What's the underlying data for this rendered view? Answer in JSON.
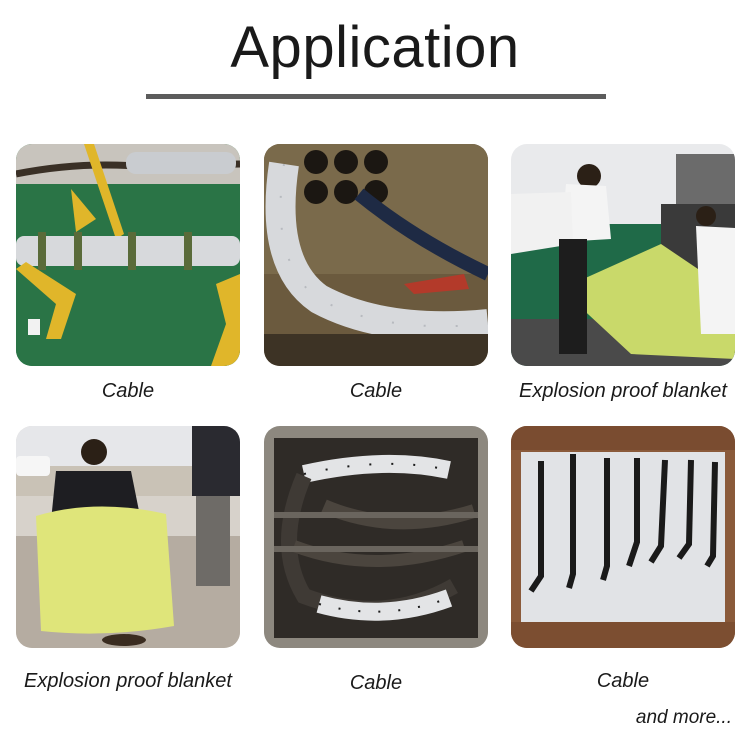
{
  "title": "Application",
  "tiles": [
    {
      "caption": "Cable",
      "subject": "cable-insulation-sleeve-factory-floor"
    },
    {
      "caption": "Cable",
      "subject": "cable-insulation-sleeve-manhole"
    },
    {
      "caption": "Explosion proof blanket",
      "subject": "blanket-demonstration-workers"
    },
    {
      "caption": "Explosion proof blanket",
      "subject": "blanket-over-device-street"
    },
    {
      "caption": "Cable",
      "subject": "cable-insulation-sleeve-underground-vault"
    },
    {
      "caption": "Cable",
      "subject": "blanket-with-straps-on-wood-floor"
    }
  ],
  "more_text": "and more...",
  "colors": {
    "title_bar": "#5c5c5c",
    "text": "#1a1a1a",
    "floor_green": "#2f7d4a",
    "blanket_yellow": "#c9d96a",
    "sleeve_gray": "#d7d9dc"
  }
}
